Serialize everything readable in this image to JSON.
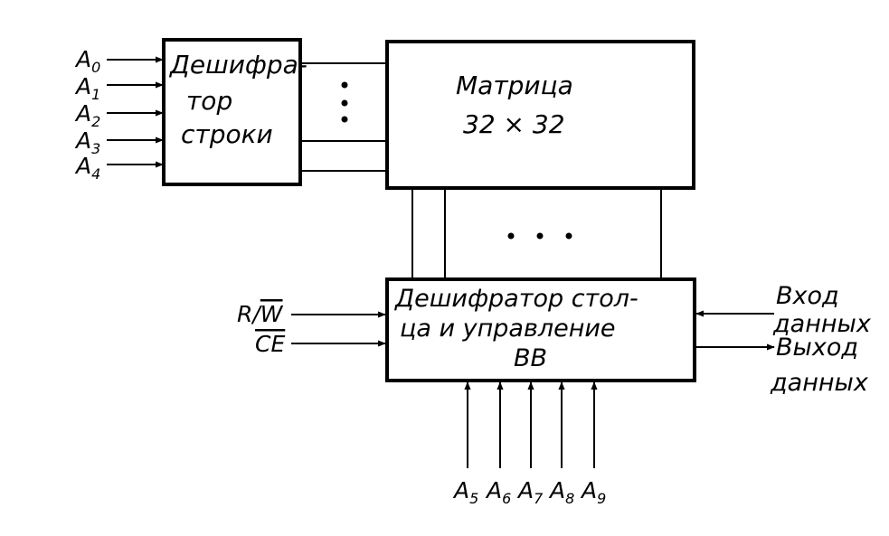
{
  "row_decoder": {
    "lines": [
      "Дешифра-",
      "тор",
      "строки"
    ]
  },
  "matrix": {
    "lines": [
      "Матрица",
      "32 × 32"
    ]
  },
  "column_decoder": {
    "lines": [
      "Дешифратор стол-",
      "ца и управление",
      "ВВ"
    ]
  },
  "row_address_inputs": [
    {
      "letter": "A",
      "index": "0"
    },
    {
      "letter": "A",
      "index": "1"
    },
    {
      "letter": "A",
      "index": "2"
    },
    {
      "letter": "A",
      "index": "3"
    },
    {
      "letter": "A",
      "index": "4"
    }
  ],
  "column_address_inputs": [
    {
      "letter": "A",
      "index": "5"
    },
    {
      "letter": "A",
      "index": "6"
    },
    {
      "letter": "A",
      "index": "7"
    },
    {
      "letter": "A",
      "index": "8"
    },
    {
      "letter": "A",
      "index": "9"
    }
  ],
  "control_inputs": {
    "rw": {
      "r": "R/",
      "w": "W"
    },
    "ce": "CE"
  },
  "data_in": {
    "lines": [
      "Вход",
      "данных"
    ]
  },
  "data_out": {
    "lines": [
      "Выход",
      "данных"
    ]
  }
}
